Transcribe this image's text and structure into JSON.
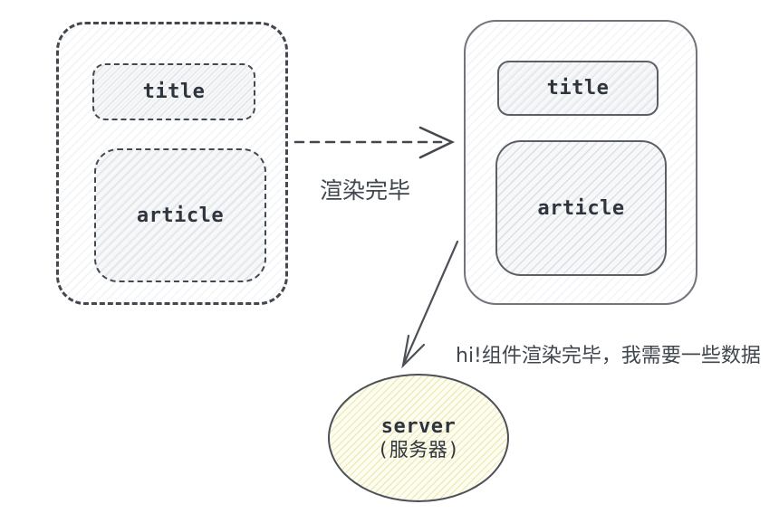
{
  "diagram": {
    "skeleton": {
      "title_label": "title",
      "article_label": "article"
    },
    "rendered": {
      "title_label": "title",
      "article_label": "article"
    },
    "render_arrow_label": "渲染完毕",
    "server_message": "hi!组件渲染完毕，我需要一些数据",
    "server": {
      "name": "server",
      "subtitle": "(服务器)"
    },
    "icons": {
      "render_arrow": "dashed-right-arrow",
      "request_arrow": "solid-down-left-arrow"
    },
    "colors": {
      "background": "#ffffff",
      "dashed_stroke": "#43484f",
      "solid_stroke": "#5c6066",
      "container_stroke": "#71757b",
      "label_text": "#2f353d",
      "cjk_text": "#40464e",
      "server_fill": "#fffdf2",
      "server_hatch": "#d6db85",
      "gray_hatch": "#828892"
    }
  }
}
